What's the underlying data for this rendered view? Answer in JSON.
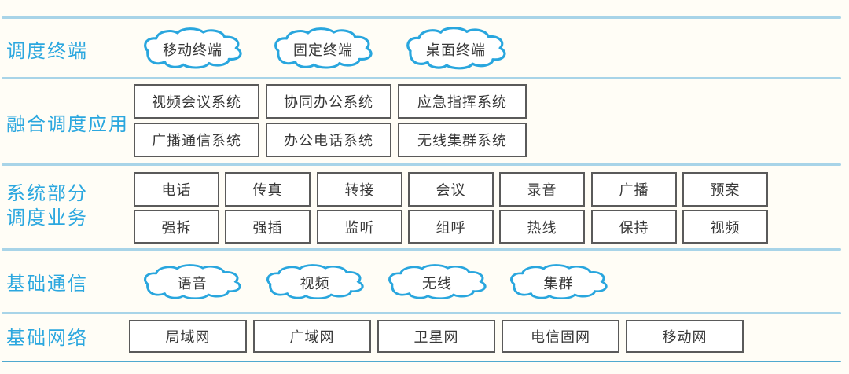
{
  "colors": {
    "background": "#fffdf6",
    "accent": "#2ba7df",
    "cloud_stroke": "#29a6de",
    "separator": "#a8d4e8",
    "separator_strong": "#4fa9cf",
    "box_border": "#5a5a5a",
    "box_text": "#383838"
  },
  "layers": {
    "terminals": {
      "label": "调度终端",
      "items": [
        "移动终端",
        "固定终端",
        "桌面终端"
      ]
    },
    "applications": {
      "label": "融合调度应用",
      "items": [
        "视频会议系统",
        "协同办公系统",
        "应急指挥系统",
        "广播通信系统",
        "办公电话系统",
        "无线集群系统"
      ]
    },
    "services": {
      "label_line1": "系统部分",
      "label_line2": "调度业务",
      "items": [
        "电话",
        "传真",
        "转接",
        "会议",
        "录音",
        "广播",
        "预案",
        "强拆",
        "强插",
        "监听",
        "组呼",
        "热线",
        "保持",
        "视频"
      ]
    },
    "communications": {
      "label": "基础通信",
      "items": [
        "语音",
        "视频",
        "无线",
        "集群"
      ]
    },
    "networks": {
      "label": "基础网络",
      "items": [
        "局域网",
        "广域网",
        "卫星网",
        "电信固网",
        "移动网"
      ]
    }
  }
}
